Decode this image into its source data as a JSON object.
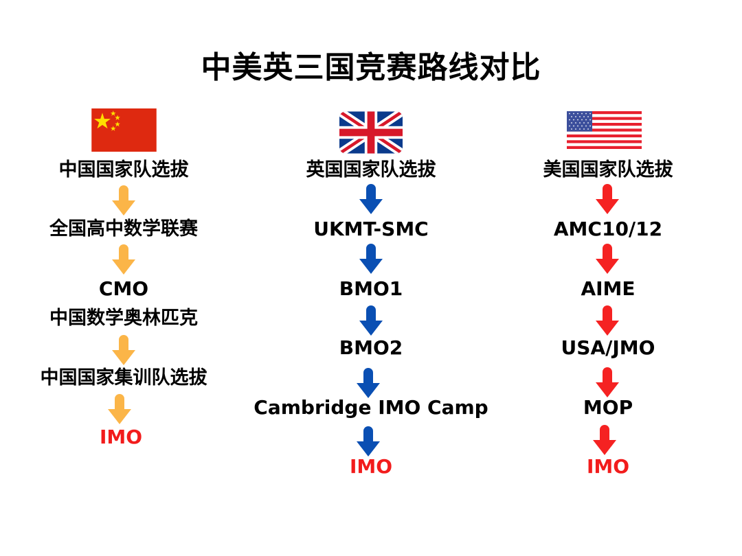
{
  "title": "中美英三国竞赛路线对比",
  "colors": {
    "china_arrow": "#fbb548",
    "uk_arrow": "#0a4fb3",
    "us_arrow": "#f52222",
    "final_text": "#f21c1c",
    "text": "#000000"
  },
  "columns": [
    {
      "country": "China",
      "flag": "china-flag",
      "arrow_color": "#fbb548",
      "steps": [
        "中国国家队选拔",
        "全国高中数学联赛",
        "CMO",
        "中国数学奥林匹克",
        "中国国家集训队选拔",
        "IMO"
      ]
    },
    {
      "country": "UK",
      "flag": "uk-flag",
      "arrow_color": "#0a4fb3",
      "steps": [
        "英国国家队选拔",
        "UKMT-SMC",
        "BMO1",
        "BMO2",
        "Cambridge IMO Camp",
        "IMO"
      ]
    },
    {
      "country": "USA",
      "flag": "us-flag",
      "arrow_color": "#f52222",
      "steps": [
        "美国国家队选拔",
        "AMC10/12",
        "AIME",
        "USA/JMO",
        "MOP",
        "IMO"
      ]
    }
  ]
}
